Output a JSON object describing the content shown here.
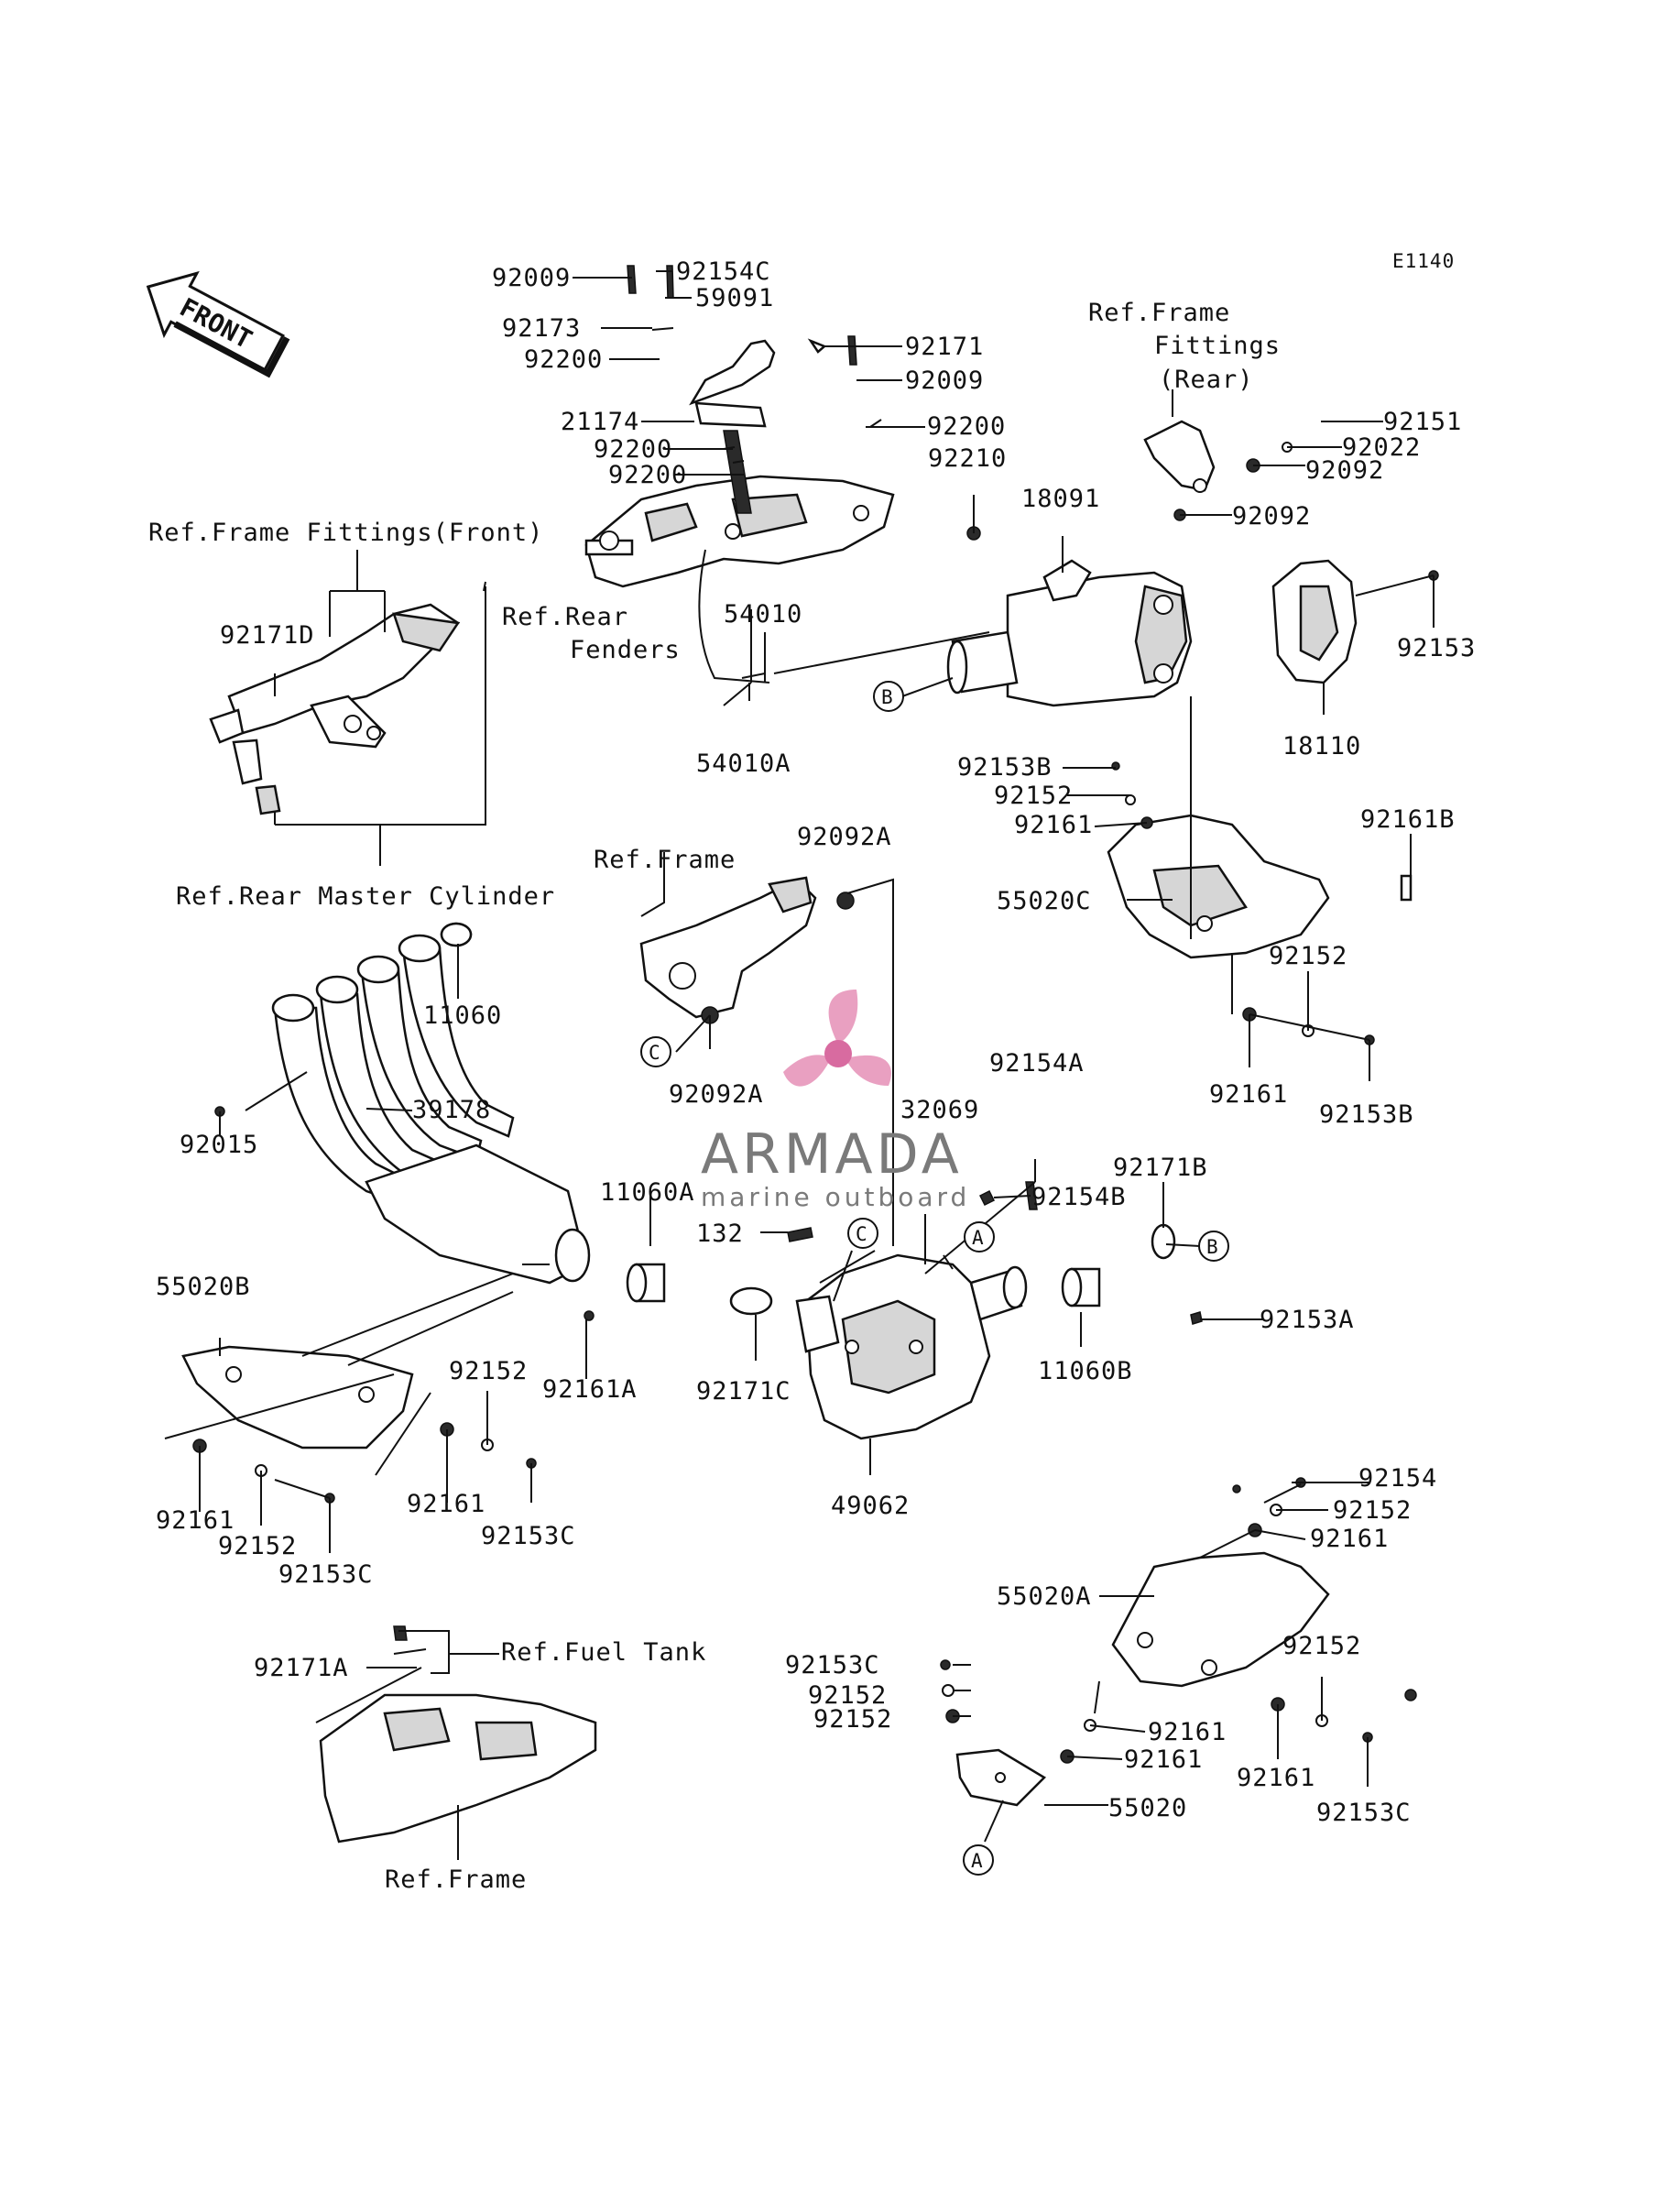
{
  "diagram_code": "E1140",
  "front_arrow_label": "FRONT",
  "watermark": {
    "title": "ARMADA",
    "subtitle": "marine outboard",
    "logo_color": "#e58fb6",
    "text_color": "#7a7a7a"
  },
  "ref_labels": {
    "frame_fittings_rear_1": "Ref.Frame",
    "frame_fittings_rear_2": "Fittings",
    "frame_fittings_rear_3": "(Rear)",
    "frame_fittings_front": "Ref.Frame Fittings(Front)",
    "rear_fenders_1": "Ref.Rear",
    "rear_fenders_2": "Fenders",
    "rear_master_cylinder": "Ref.Rear Master Cylinder",
    "frame_mid": "Ref.Frame",
    "fuel_tank": "Ref.Fuel Tank",
    "frame_bottom": "Ref.Frame"
  },
  "callouts": {
    "a": "A",
    "b": "B",
    "c": "C"
  },
  "parts": [
    {
      "id": "p1",
      "number": "92009"
    },
    {
      "id": "p2",
      "number": "92154C"
    },
    {
      "id": "p3",
      "number": "59091"
    },
    {
      "id": "p4",
      "number": "92173"
    },
    {
      "id": "p5",
      "number": "92200"
    },
    {
      "id": "p6",
      "number": "92171"
    },
    {
      "id": "p7",
      "number": "92009"
    },
    {
      "id": "p8",
      "number": "92200"
    },
    {
      "id": "p9",
      "number": "21174"
    },
    {
      "id": "p10",
      "number": "92200"
    },
    {
      "id": "p11",
      "number": "92200"
    },
    {
      "id": "p12",
      "number": "92210"
    },
    {
      "id": "p13",
      "number": "92151"
    },
    {
      "id": "p14",
      "number": "92022"
    },
    {
      "id": "p15",
      "number": "92092"
    },
    {
      "id": "p16",
      "number": "92092"
    },
    {
      "id": "p17",
      "number": "18091"
    },
    {
      "id": "p18",
      "number": "54010"
    },
    {
      "id": "p19",
      "number": "92153"
    },
    {
      "id": "p20",
      "number": "92171D"
    },
    {
      "id": "p21",
      "number": "54010A"
    },
    {
      "id": "p22",
      "number": "18110"
    },
    {
      "id": "p23",
      "number": "92153B"
    },
    {
      "id": "p24",
      "number": "92152"
    },
    {
      "id": "p25",
      "number": "92161"
    },
    {
      "id": "p26",
      "number": "92161B"
    },
    {
      "id": "p27",
      "number": "92092A"
    },
    {
      "id": "p28",
      "number": "55020C"
    },
    {
      "id": "p29",
      "number": "92152"
    },
    {
      "id": "p30",
      "number": "11060"
    },
    {
      "id": "p31",
      "number": "92092A"
    },
    {
      "id": "p32",
      "number": "92161"
    },
    {
      "id": "p33",
      "number": "92153B"
    },
    {
      "id": "p34",
      "number": "92154A"
    },
    {
      "id": "p35",
      "number": "39178"
    },
    {
      "id": "p36",
      "number": "32069"
    },
    {
      "id": "p37",
      "number": "92015"
    },
    {
      "id": "p38",
      "number": "92171B"
    },
    {
      "id": "p39",
      "number": "11060A"
    },
    {
      "id": "p40",
      "number": "92154B"
    },
    {
      "id": "p41",
      "number": "132"
    },
    {
      "id": "p42",
      "number": "55020B"
    },
    {
      "id": "p43",
      "number": "92153A"
    },
    {
      "id": "p44",
      "number": "92152"
    },
    {
      "id": "p45",
      "number": "92161A"
    },
    {
      "id": "p46",
      "number": "92171C"
    },
    {
      "id": "p47",
      "number": "11060B"
    },
    {
      "id": "p48",
      "number": "92161"
    },
    {
      "id": "p49",
      "number": "92161"
    },
    {
      "id": "p50",
      "number": "92152"
    },
    {
      "id": "p51",
      "number": "92153C"
    },
    {
      "id": "p52",
      "number": "92153C"
    },
    {
      "id": "p53",
      "number": "49062"
    },
    {
      "id": "p54",
      "number": "92154"
    },
    {
      "id": "p55",
      "number": "92152"
    },
    {
      "id": "p56",
      "number": "92161"
    },
    {
      "id": "p57",
      "number": "55020A"
    },
    {
      "id": "p58",
      "number": "92171A"
    },
    {
      "id": "p59",
      "number": "92153C"
    },
    {
      "id": "p60",
      "number": "92152"
    },
    {
      "id": "p61",
      "number": "92152"
    },
    {
      "id": "p62",
      "number": "92161"
    },
    {
      "id": "p63",
      "number": "92152"
    },
    {
      "id": "p64",
      "number": "92161"
    },
    {
      "id": "p65",
      "number": "92161"
    },
    {
      "id": "p66",
      "number": "55020"
    },
    {
      "id": "p67",
      "number": "92153C"
    }
  ]
}
